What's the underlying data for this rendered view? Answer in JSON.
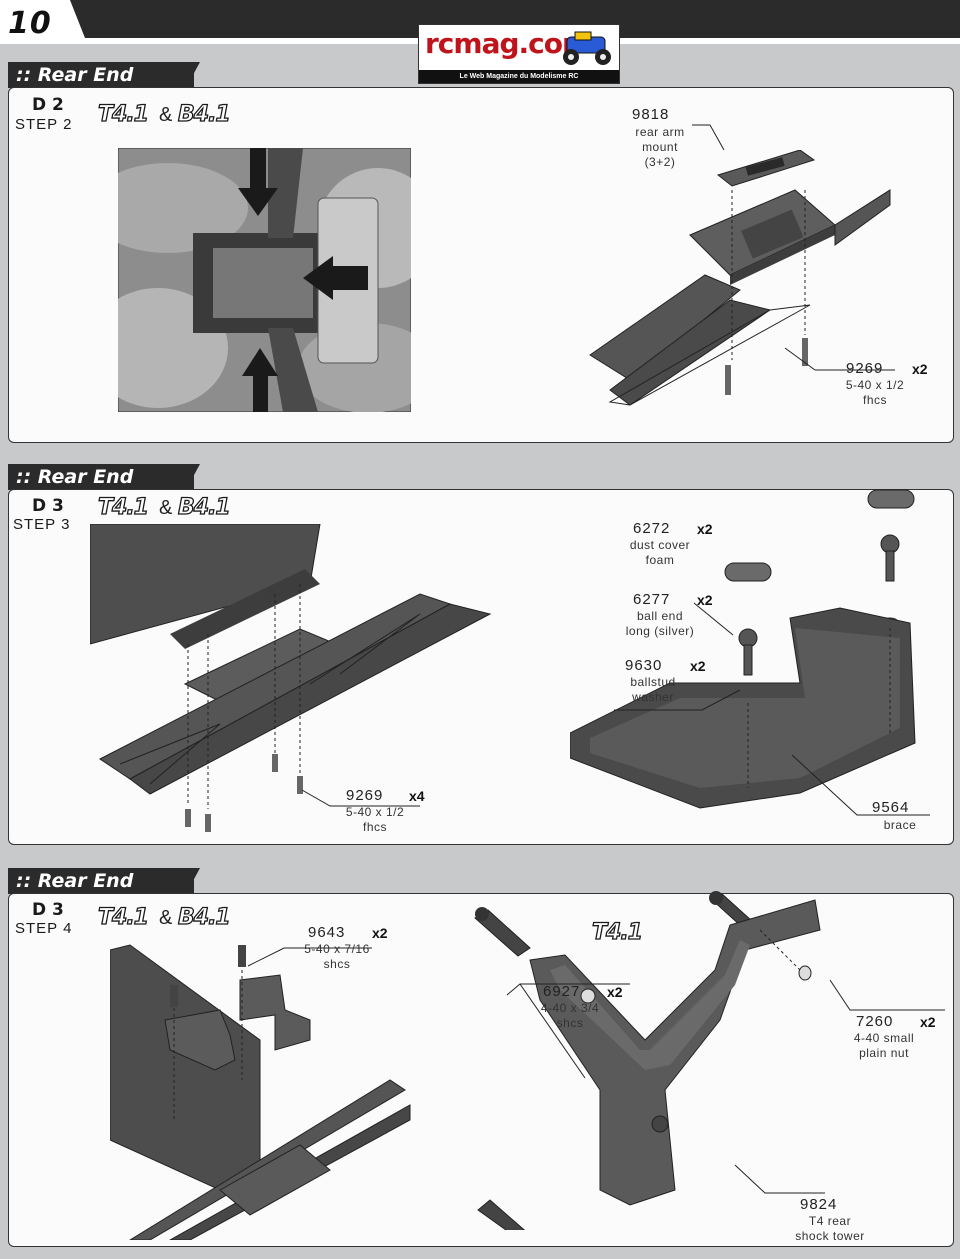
{
  "page_number": "10",
  "logo": {
    "main": "rcmag.com",
    "tagline": "Le Web Magazine du Modelisme RC"
  },
  "sections": [
    {
      "title": ":: Rear End (cont.)",
      "step_code": "D 2",
      "step_label": "STEP 2",
      "models": [
        "T4.1",
        "B4.1"
      ],
      "amp": "&",
      "parts": [
        {
          "number": "9818",
          "qty": "",
          "desc": [
            "rear arm",
            "mount",
            "(3+2)"
          ]
        },
        {
          "number": "9269",
          "qty": "x2",
          "desc": [
            "5-40 x 1/2",
            "fhcs"
          ]
        }
      ]
    },
    {
      "title": ":: Rear End (cont.)",
      "step_code": "D 3",
      "step_label": "STEP 3",
      "models": [
        "T4.1",
        "B4.1"
      ],
      "amp": "&",
      "parts": [
        {
          "number": "6272",
          "qty": "x2",
          "desc": [
            "dust cover",
            "foam"
          ]
        },
        {
          "number": "6277",
          "qty": "x2",
          "desc": [
            "ball end",
            "long (silver)"
          ]
        },
        {
          "number": "9630",
          "qty": "x2",
          "desc": [
            "ballstud",
            "washer"
          ]
        },
        {
          "number": "9269",
          "qty": "x4",
          "desc": [
            "5-40 x 1/2",
            "fhcs"
          ]
        },
        {
          "number": "9564",
          "qty": "",
          "desc": [
            "brace"
          ]
        }
      ]
    },
    {
      "title": ":: Rear End (cont.)",
      "step_code": "D 3",
      "step_label": "STEP 4",
      "models": [
        "T4.1",
        "B4.1"
      ],
      "amp": "&",
      "right_model": "T4.1",
      "parts": [
        {
          "number": "9643",
          "qty": "x2",
          "desc": [
            "5-40 x 7/16",
            "shcs"
          ]
        },
        {
          "number": "6927",
          "qty": "x2",
          "desc": [
            "4-40 x 3/4",
            "shcs"
          ]
        },
        {
          "number": "7260",
          "qty": "x2",
          "desc": [
            "4-40 small",
            "plain nut"
          ]
        },
        {
          "number": "9824",
          "qty": "",
          "desc": [
            "T4 rear",
            "shock tower"
          ]
        }
      ]
    }
  ],
  "colors": {
    "part_gray": "#5a5a5a",
    "panel_border": "#333333",
    "label_bg": "#2b2b2b",
    "logo_red": "#c0141c"
  }
}
